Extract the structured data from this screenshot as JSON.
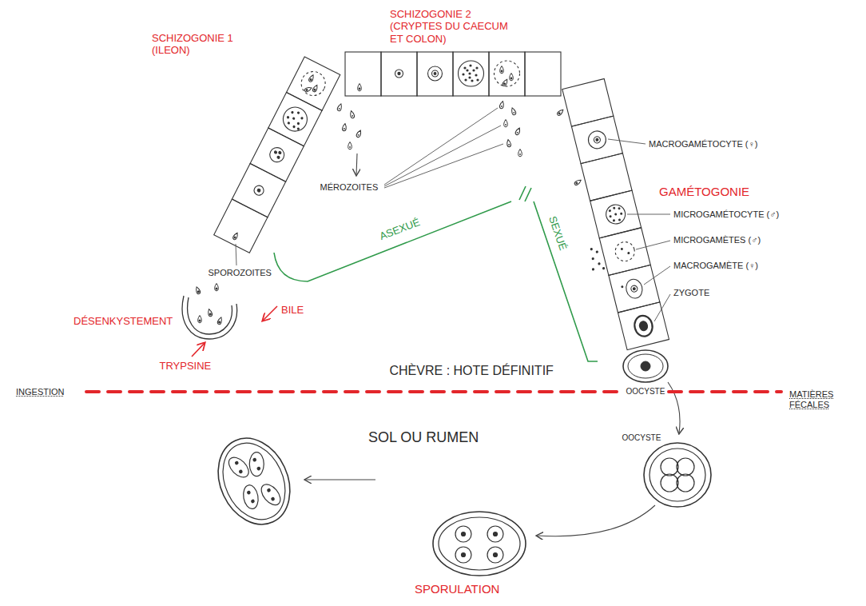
{
  "diagram": {
    "labels": [
      "SCHIZOGONIE 1 (ILEON)",
      "SCHIZOGONIE 2 (CRYPTES DU CAECUM ET COLON)",
      "MÉROZOITES",
      "ASEXUÉ",
      "SEXUÉ",
      "MACROGAMÉTOCYTE (♀)",
      "GAMÉTOGONIE",
      "MICROGAMÉTOCYTE (♂)",
      "MICROGAMÈTES (♂)",
      "MACROGAMÈTE (♀)",
      "ZYGOTE",
      "SPOROZOITES",
      "DÉSENKYSTEMENT",
      "BILE",
      "TRYPSINE",
      "CHÈVRE : HOTE DÉFINITIF",
      "OOCYSTE",
      "INGESTION",
      "MATIÈRES FÉCALES",
      "SOL OU RUMEN",
      "OOCYSTE",
      "SPORULATION"
    ]
  }
}
